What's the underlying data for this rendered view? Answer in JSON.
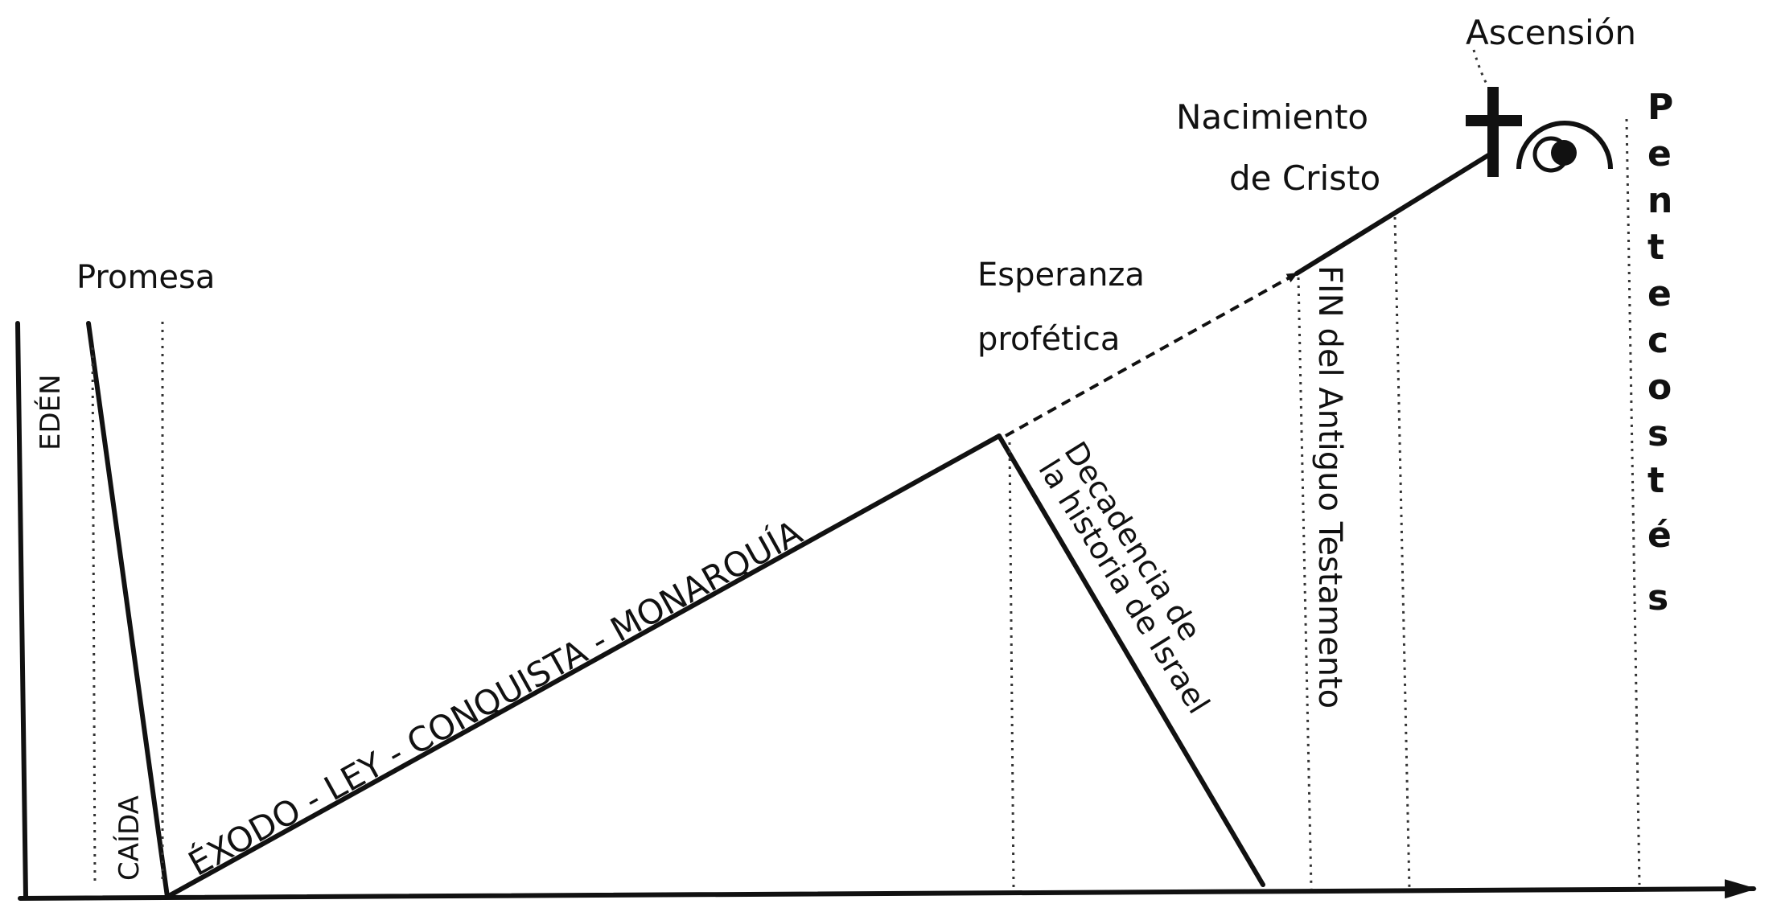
{
  "labels": {
    "eden": "EDÉN",
    "caida": "CAÍDA",
    "promesa": "Promesa",
    "exodo": "ÉXODO - LEY - CONQUISTA - MONARQUÍA",
    "esperanza_1": "Esperanza",
    "esperanza_2": "profética",
    "decadencia_1": "Decadencia de",
    "decadencia_2": "la historia de Israel",
    "fin": "FIN del Antiguo Testamento",
    "nacimiento_1": "Nacimiento",
    "nacimiento_2": "de Cristo",
    "ascension": "Ascensión",
    "pentecostes": [
      "P",
      "e",
      "n",
      "t",
      "e",
      "c",
      "o",
      "s",
      "t",
      "é",
      "s"
    ]
  },
  "colors": {
    "ink": "#111111",
    "background": "#ffffff"
  },
  "icons": {
    "cross": "cross-icon",
    "resurrection": "resurrection-circle-icon"
  }
}
